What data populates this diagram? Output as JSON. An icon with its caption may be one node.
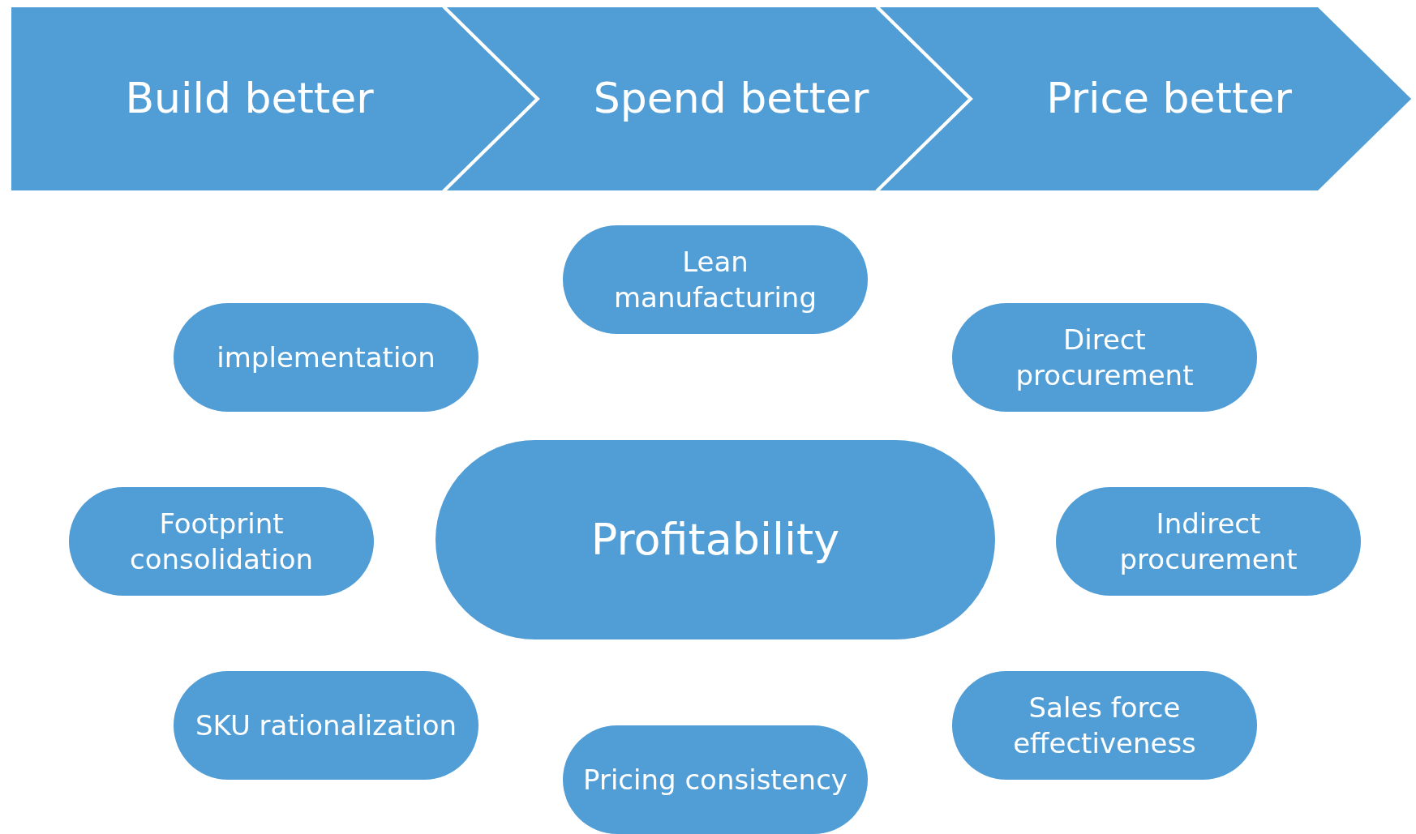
{
  "diagram": {
    "nodes": [
      {
        "text": [
          "Build better"
        ]
      },
      {
        "text": [
          "Spend better"
        ]
      },
      {
        "text": [
          "Price better"
        ]
      },
      {
        "text": [
          "Lean manufacturing"
        ]
      },
      {
        "text": [
          "implementation"
        ]
      },
      {
        "text": [
          "Direct procurement"
        ]
      },
      {
        "text": [
          "Footprint consolidation"
        ]
      },
      {
        "text": [
          "Profitability"
        ]
      },
      {
        "text": [
          "Indirect procurement"
        ]
      },
      {
        "text": [
          "SKU rationalization"
        ]
      },
      {
        "text": [
          "Sales force effectiveness"
        ]
      },
      {
        "text": [
          "Pricing consistency"
        ]
      }
    ]
  }
}
